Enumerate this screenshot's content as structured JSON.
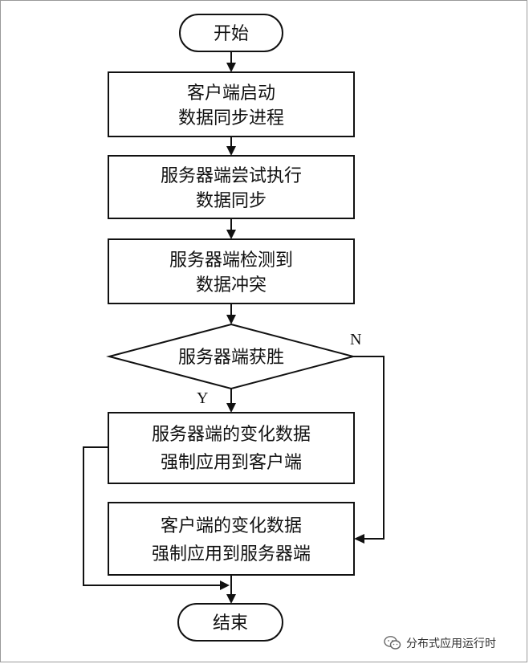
{
  "flowchart": {
    "start": "开始",
    "step1": [
      "客户端启动",
      "数据同步进程"
    ],
    "step2": [
      "服务器端尝试执行",
      "数据同步"
    ],
    "step3": [
      "服务器端检测到",
      "数据冲突"
    ],
    "decision": "服务器端获胜",
    "yes_label": "Y",
    "no_label": "N",
    "yes_branch": [
      "服务器端的变化数据",
      "强制应用到客户端"
    ],
    "no_branch": [
      "客户端的变化数据",
      "强制应用到服务器端"
    ],
    "end": "结束"
  },
  "watermark": {
    "text": "分布式应用运行时",
    "icon": "wechat-icon"
  }
}
